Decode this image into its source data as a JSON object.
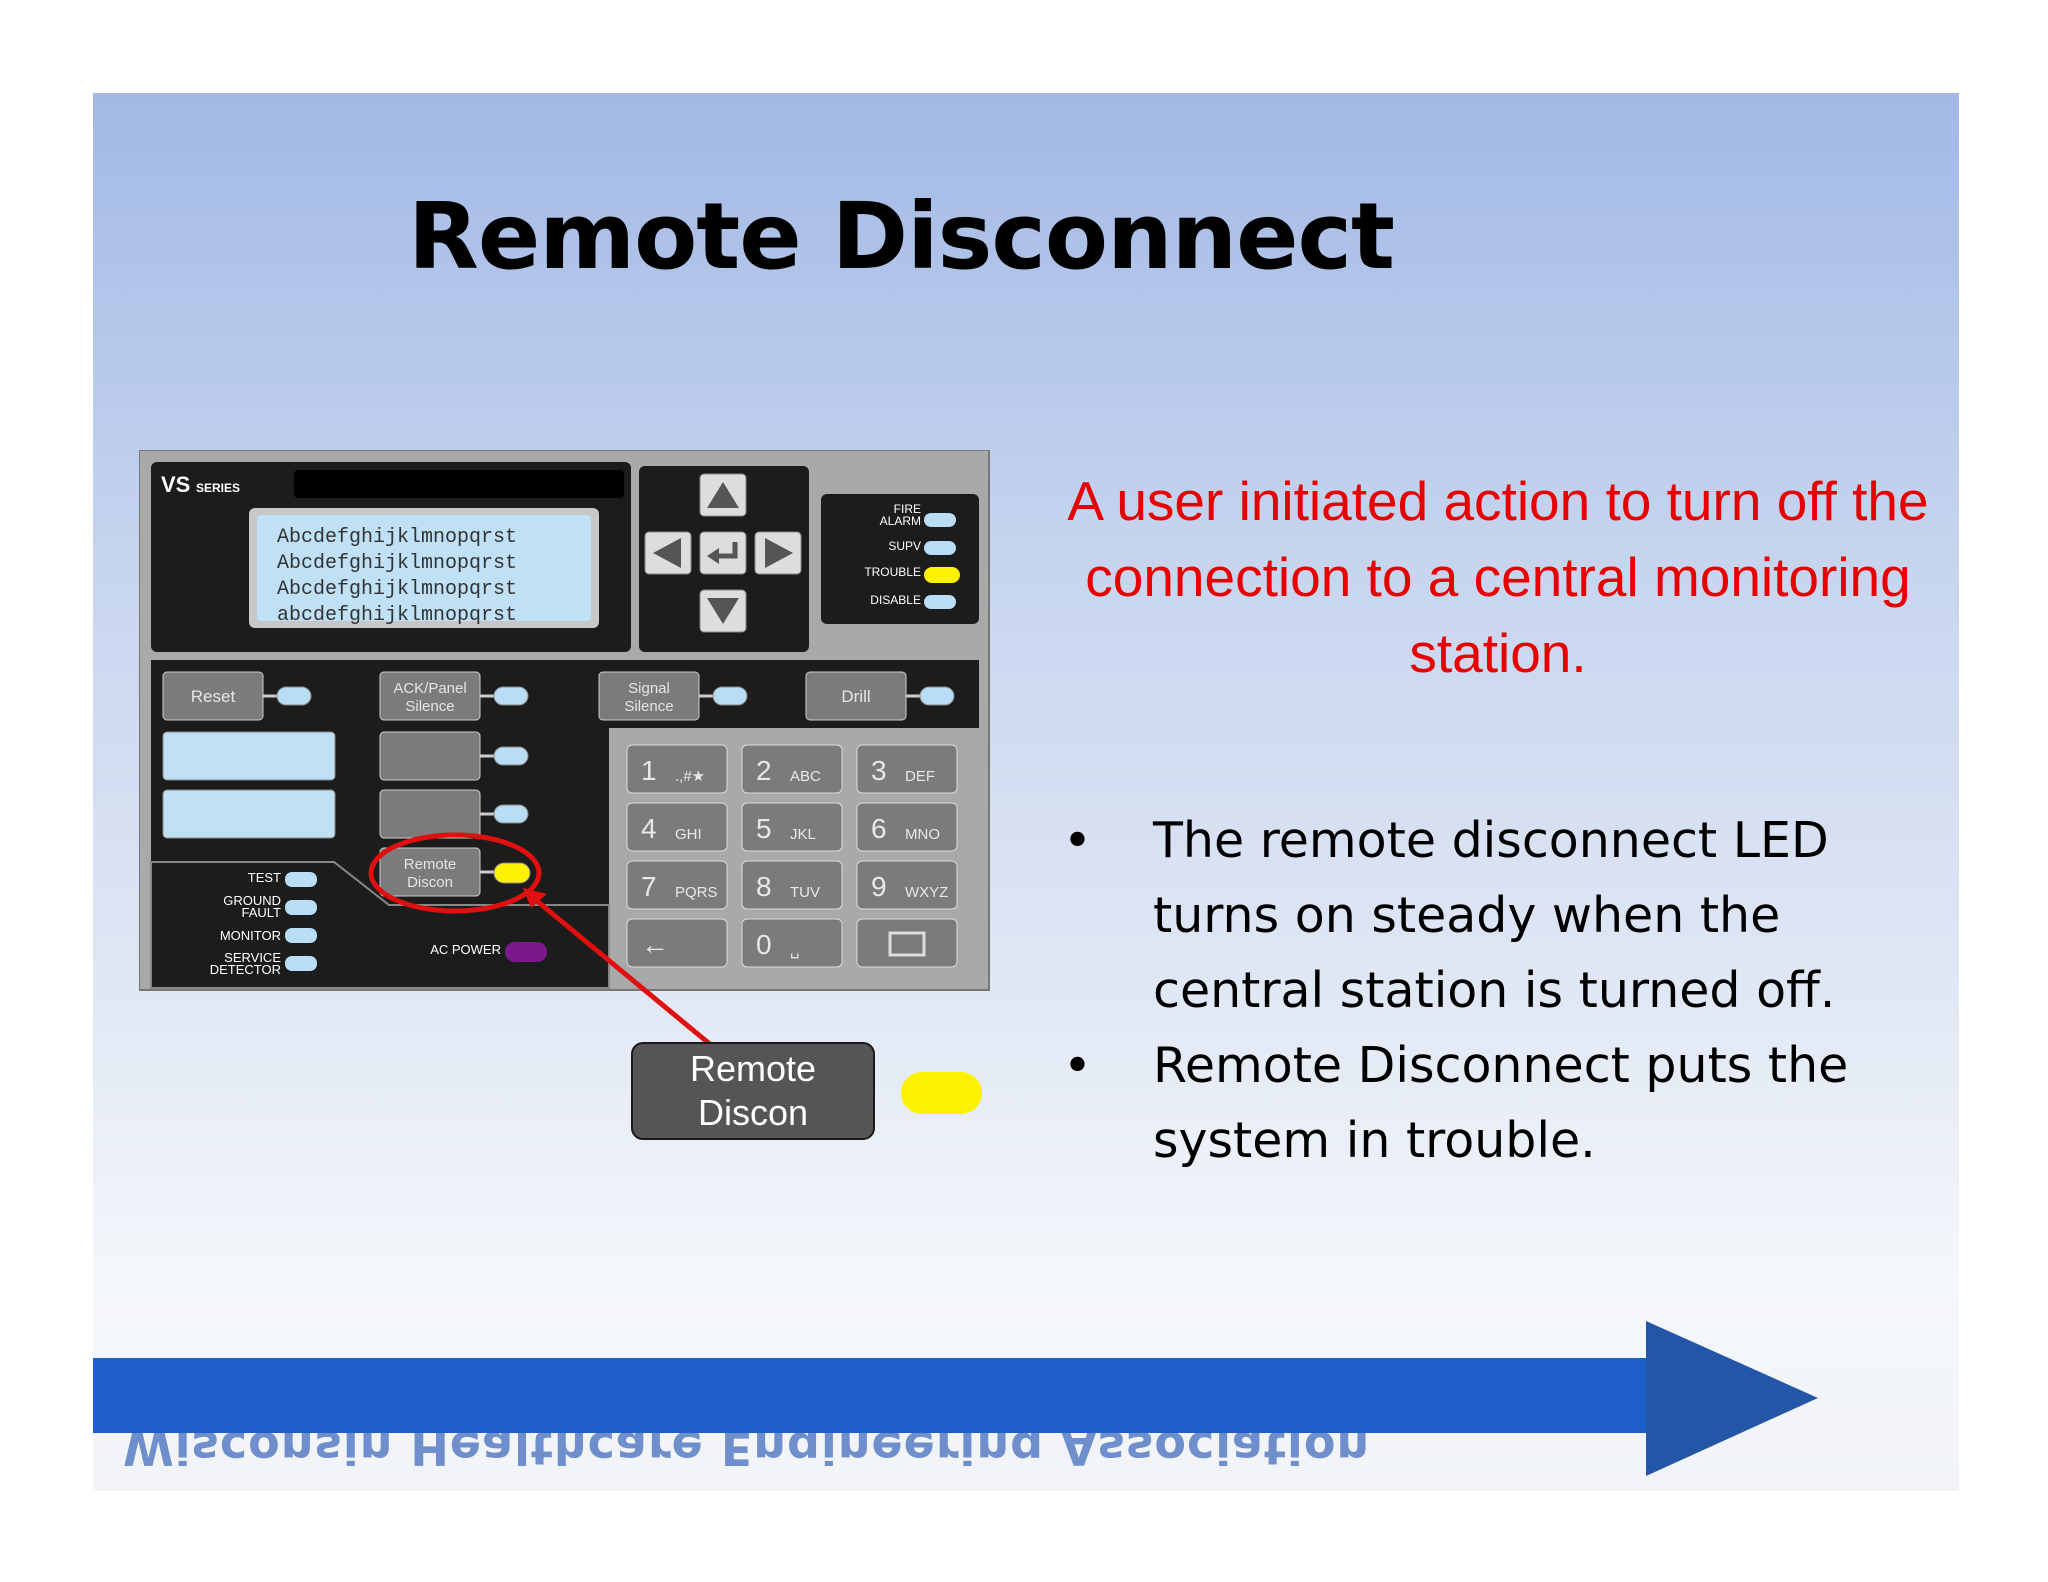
{
  "slide": {
    "title": "Remote Disconnect",
    "definition": "A user initiated action to turn off the connection to a central monitoring station.",
    "bullets": [
      "The remote disconnect LED turns on steady when the central station is turned off.",
      "Remote Disconnect puts the system in trouble."
    ],
    "bullet_symbol": "•",
    "callout": {
      "line1": "Remote",
      "line2": "Discon"
    },
    "footer_text": "Wisconsin Healthcare Engineering Association"
  },
  "panel": {
    "series_label": "VS",
    "series_suffix": "SERIES",
    "lcd_lines": [
      "Abcdefghijklmnopqrst",
      "Abcdefghijklmnopqrst",
      "Abcdefghijklmnopqrst",
      "abcdefghijklmnopqrst"
    ],
    "status_leds": [
      {
        "label": "FIRE",
        "label2": "ALARM",
        "color": "#b9ddf4"
      },
      {
        "label": "SUPV",
        "color": "#b9ddf4"
      },
      {
        "label": "TROUBLE",
        "color": "#fff200"
      },
      {
        "label": "DISABLE",
        "color": "#b9ddf4"
      }
    ],
    "buttons": {
      "reset": "Reset",
      "ack1": "ACK/Panel",
      "ack2": "Silence",
      "signal1": "Signal",
      "signal2": "Silence",
      "drill": "Drill",
      "remote1": "Remote",
      "remote2": "Discon"
    },
    "side_leds": {
      "test": "TEST",
      "ground1": "GROUND",
      "ground2": "FAULT",
      "monitor": "MONITOR",
      "service1": "SERVICE",
      "service2": "DETECTOR",
      "ac_power": "AC POWER"
    },
    "keypad": [
      {
        "num": "1",
        "letters": ".,#★"
      },
      {
        "num": "2",
        "letters": "ABC"
      },
      {
        "num": "3",
        "letters": "DEF"
      },
      {
        "num": "4",
        "letters": "GHI"
      },
      {
        "num": "5",
        "letters": "JKL"
      },
      {
        "num": "6",
        "letters": "MNO"
      },
      {
        "num": "7",
        "letters": "PQRS"
      },
      {
        "num": "8",
        "letters": "TUV"
      },
      {
        "num": "9",
        "letters": "WXYZ"
      },
      {
        "num": "←",
        "letters": ""
      },
      {
        "num": "0",
        "letters": "␣"
      },
      {
        "num": "",
        "letters": ""
      }
    ],
    "colors": {
      "led_blue": "#b9ddf4",
      "led_yellow": "#fff200",
      "led_purple": "#7a1a8a",
      "highlight_red": "#e01010"
    }
  }
}
